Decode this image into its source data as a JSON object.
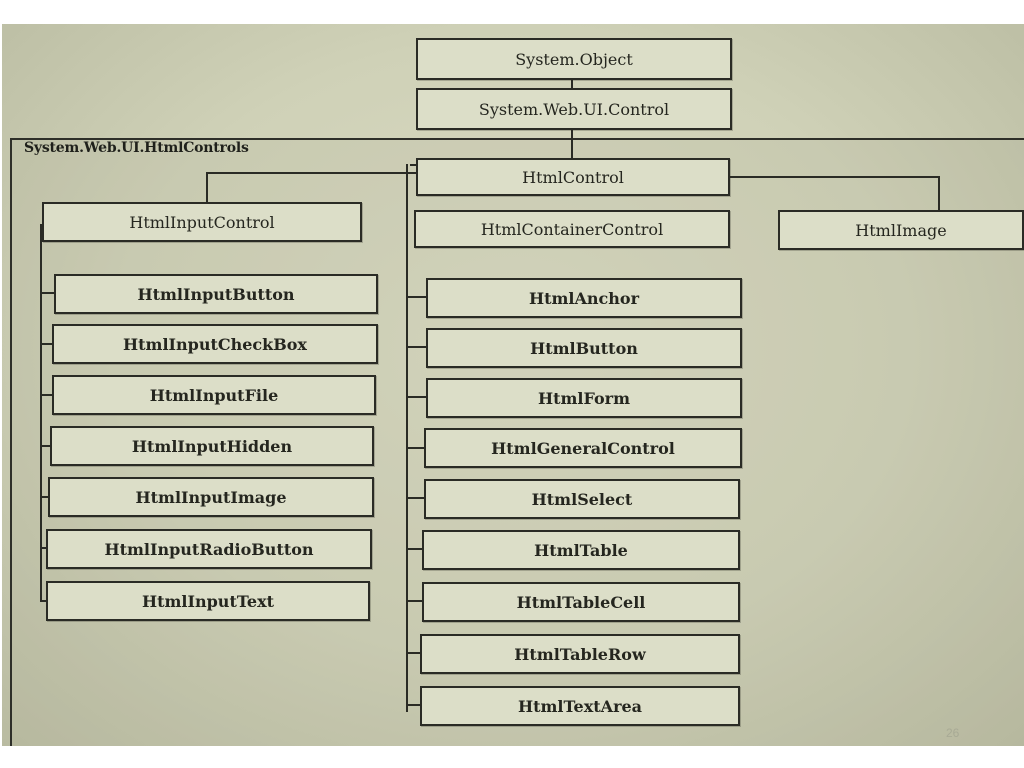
{
  "diagram": {
    "root": "System.Object",
    "control": "System.Web.UI.Control",
    "namespace": "System.Web.UI.HtmlControls",
    "html_control": "HtmlControl",
    "input_control": "HtmlInputControl",
    "container_control": "HtmlContainerControl",
    "image": "HtmlImage",
    "input_children": [
      "HtmlInputButton",
      "HtmlInputCheckBox",
      "HtmlInputFile",
      "HtmlInputHidden",
      "HtmlInputImage",
      "HtmlInputRadioButton",
      "HtmlInputText"
    ],
    "container_children": [
      "HtmlAnchor",
      "HtmlButton",
      "HtmlForm",
      "HtmlGeneralControl",
      "HtmlSelect",
      "HtmlTable",
      "HtmlTableCell",
      "HtmlTableRow",
      "HtmlTextArea"
    ]
  },
  "page_number": "26"
}
